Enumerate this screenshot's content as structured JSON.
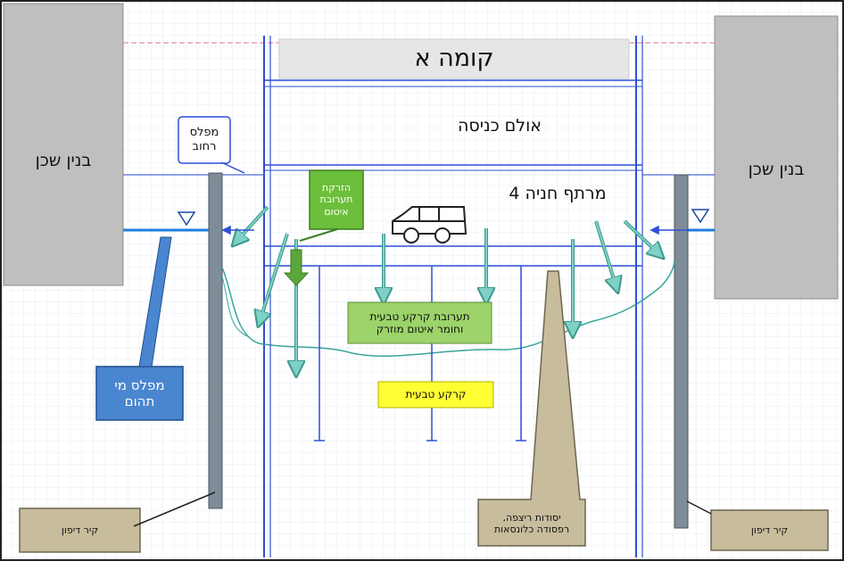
{
  "floor_a": "קומה א",
  "entrance_hall": "אולם כניסה",
  "parking_basement": "מרתף חניה 4",
  "neighbor_building_left": "בנין שכן",
  "neighbor_building_right": "בנין שכן",
  "street_level_label": "מפלס רחוב",
  "injection_callout": "הזרקת תערובת איטום",
  "soil_mix_label": "תערובת קרקע טבעית וחומר איטום מוזרק",
  "natural_soil_label": "קרקע טבעית",
  "groundwater_label": "מפלס מי תהום",
  "diaphragm_wall_left": "קיר דיפון",
  "diaphragm_wall_right": "קיר דיפון",
  "foundation_label": "יסודות ריצפה, רפסודה כלונסאות",
  "colors": {
    "building": "#bfbfbf",
    "wall": "#7f8c99",
    "structure_line": "#2f4fd6",
    "water": "#1e7fe0",
    "callout_green": "#6cbf3a",
    "soil_green": "#9cd36a",
    "natural_soil_yellow": "#ffff33",
    "groundwater_box": "#4a86d0",
    "tan_box": "#c7bd9c",
    "arrow_teal": "#7fd0c6"
  }
}
